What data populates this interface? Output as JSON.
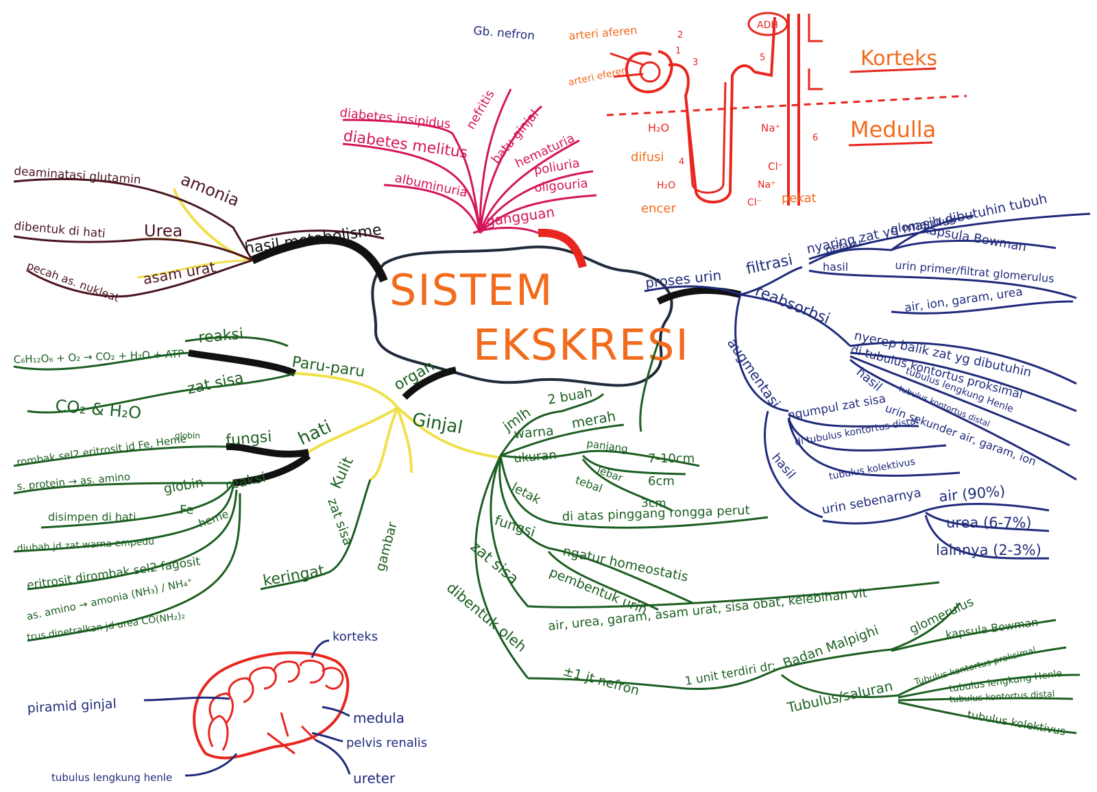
{
  "colors": {
    "pink": "#d4145a",
    "red": "#e8261f",
    "orange": "#f26a1b",
    "navy": "#1f2a7a",
    "green": "#1b5e20",
    "maroon": "#4a1520",
    "black": "#111111",
    "yellow": "#f0e04a"
  },
  "center": {
    "line1": "SISTEM",
    "line2": "EKSKRESI"
  },
  "metab": {
    "title": "hasil metabolisme",
    "amonia": "amonia",
    "amonia_desc": "deaminatasi glutamin",
    "urea": "Urea",
    "urea_desc": "dibentuk di hati",
    "asamurat": "asam urat",
    "asamurat_desc": "pecah as. nukleat"
  },
  "gangguan": {
    "title": "gangguan",
    "items": [
      "diabetes insipidus",
      "diabetes melitus",
      "albuminuria",
      "nefritis",
      "batu ginjal",
      "hematuria",
      "poliuria",
      "oligouria"
    ]
  },
  "nephron": {
    "title": "Gb. nefron",
    "arteri_aferen": "arteri aferen",
    "arteri_eferen": "arteri eferen",
    "adh": "ADH",
    "korteks": "Korteks",
    "medulla": "Medulla",
    "h2o": "H₂O",
    "difusi": "difusi",
    "na": "Na⁺",
    "cl": "Cl⁻",
    "encer": "encer",
    "pekat": "pekat",
    "numbers": [
      "1",
      "2",
      "3",
      "4",
      "5",
      "6"
    ]
  },
  "proses": {
    "title": "proses urin",
    "filtrasi": "filtrasi",
    "filtrasi_desc": "nyaring zat yg masih dibutuhin tubuh",
    "pelaku": "pelaku",
    "glomerulus": "glomerulus",
    "kapsula": "kapsula Bowman",
    "hasil": "hasil",
    "urin_primer": "urin primer/filtrat glomerulus",
    "air_ion": "air, ion, garam, urea",
    "reabsorbsi": "reabsorbsi",
    "reab_desc": "nyerep balik zat yg dibutuhin",
    "reab_di": "di tubulus kontortus proksimal",
    "reab_di2": "tubulus lengkung Henle",
    "reab_hasil": "hasil",
    "reab_hasil_desc": "urin sekunder air, garam, ion",
    "reab_hasil_desc2": "tubulus kontortus distal",
    "augmentasi": "augmentasi",
    "aug_desc": "ngumpul zat sisa",
    "aug_di": "di tubulus kontortus distal",
    "aug_di2": "tubulus kolektivus",
    "aug_hasil": "hasil",
    "aug_hasil_desc": "urin sebenarnya",
    "air": "air (90%)",
    "urea": "urea (6-7%)",
    "lainnya": "lainnya (2-3%)"
  },
  "organ": {
    "title": "organ",
    "paru": "Paru-paru",
    "reaksi": "reaksi",
    "reaksi_desc": "C₆H₁₂O₆ + O₂ → CO₂ + H₂O + ATP",
    "zat_sisa": "zat sisa",
    "zat_sisa_desc": "CO₂ & H₂O",
    "hati": "hati",
    "fungsi": "fungsi",
    "fungsi_desc": "rombak sel2 eritrosit jd Fe, Heme",
    "globin_top": "globin",
    "hati_reaksi": "reaksi",
    "protein": "s. protein → as. amino",
    "globin": "globin",
    "disimpen": "disimpen di hati",
    "fe": "Fe",
    "heme": "heme",
    "diubah": "diubah jd zat warna empedu",
    "eritrosit": "eritrosit dirombak sel2 fagosit",
    "amonia": "as. amino → amonia (NH₃) / NH₄⁺",
    "netral": "trus dinetralkan jd urea CO(NH₂)₂",
    "kulit": "Kulit",
    "kulit_zat": "zat sisa",
    "keringat": "keringat"
  },
  "ginjal": {
    "title": "Ginjal",
    "jmlh": "jmlh",
    "dua": "2 buah",
    "warna": "warna",
    "merah": "merah",
    "ukuran": "ukuran",
    "panjang": "panjang",
    "lebar": "lebar",
    "tebal": "tebal",
    "p_val": "7-10cm",
    "l_val": "6cm",
    "t_val": "3cm",
    "letak": "letak",
    "letak_desc": "di atas pinggang rongga perut",
    "fungsi": "fungsi",
    "homeostatis": "ngatur homeostatis",
    "pembentuk": "pembentuk urin",
    "zat_sisa": "zat sisa",
    "zat_desc": "air, urea, garam, asam urat, sisa obat, kelebihan vit",
    "dibentuk": "dibentuk oleh",
    "nefron": "±1 jt nefron",
    "terdiri": "1 unit terdiri dr:",
    "malpighi": "Badan Malpighi",
    "m_glom": "glomerulus",
    "m_kapsula": "kapsula Bowman",
    "tubulus": "Tubulus/saluran",
    "t_items": [
      "Tubulus kontortus proksimal",
      "tubulus lengkung Henle",
      "tubulus kontortus distal",
      "tubulus kolektivus"
    ],
    "gambar": "gambar"
  },
  "kidney": {
    "korteks": "korteks",
    "piramid": "piramid ginjal",
    "medula": "medula",
    "pelvis": "pelvis renalis",
    "ureter": "ureter",
    "tubulus": "tubulus lengkung henle"
  }
}
